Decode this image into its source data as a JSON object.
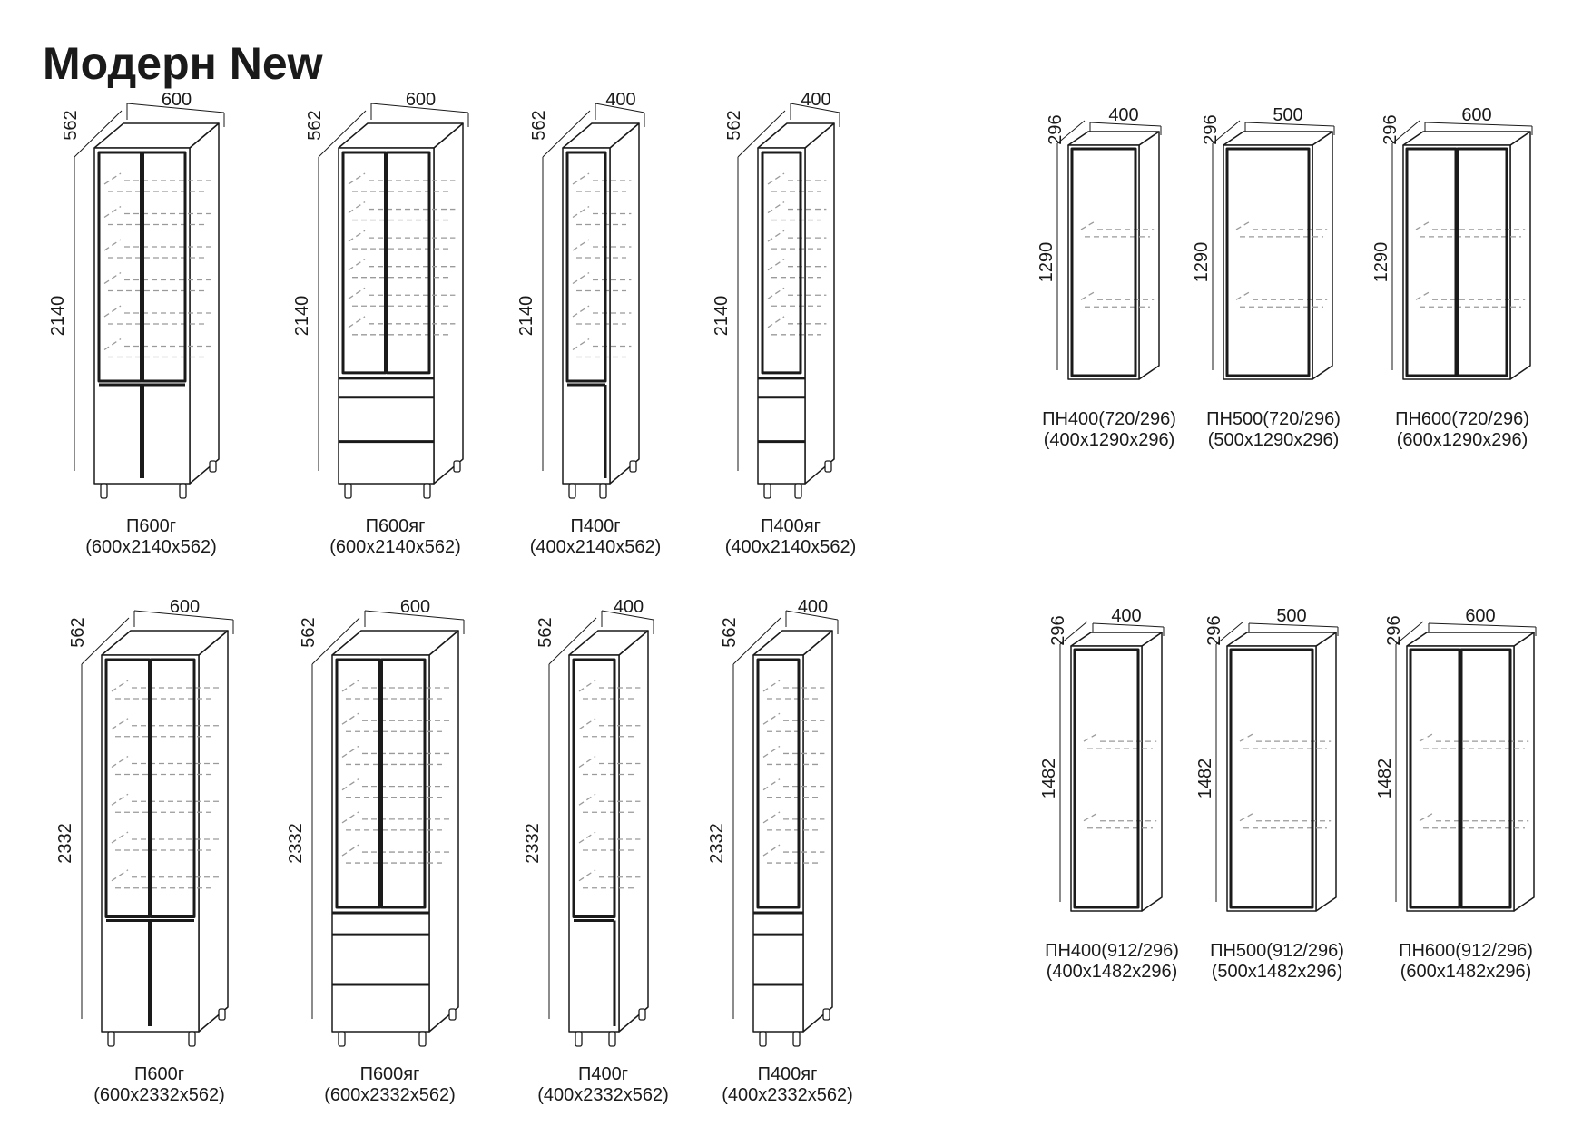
{
  "title": "Модерн New",
  "colors": {
    "line": "#1a1a1a",
    "glass": "#9a9a9a",
    "background": "#ffffff"
  },
  "rows": [
    {
      "items": [
        {
          "type": "tall",
          "style": "doors",
          "width": "600",
          "height": "2140",
          "depth": "562",
          "code": "П600г",
          "size": "(600x2140x562)"
        },
        {
          "type": "tall",
          "style": "drawers",
          "width": "600",
          "height": "2140",
          "depth": "562",
          "code": "П600яг",
          "size": "(600x2140x562)"
        },
        {
          "type": "tall",
          "style": "doors",
          "width": "400",
          "height": "2140",
          "depth": "562",
          "code": "П400г",
          "size": "(400x2140x562)"
        },
        {
          "type": "tall",
          "style": "drawers",
          "width": "400",
          "height": "2140",
          "depth": "562",
          "code": "П400яг",
          "size": "(400x2140x562)"
        }
      ]
    },
    {
      "items": [
        {
          "type": "tall",
          "style": "doors",
          "width": "600",
          "height": "2332",
          "depth": "562",
          "code": "П600г",
          "size": "(600x2332x562)"
        },
        {
          "type": "tall",
          "style": "drawers",
          "width": "600",
          "height": "2332",
          "depth": "562",
          "code": "П600яг",
          "size": "(600x2332x562)"
        },
        {
          "type": "tall",
          "style": "doors",
          "width": "400",
          "height": "2332",
          "depth": "562",
          "code": "П400г",
          "size": "(400x2332x562)"
        },
        {
          "type": "tall",
          "style": "drawers",
          "width": "400",
          "height": "2332",
          "depth": "562",
          "code": "П400яг",
          "size": "(400x2332x562)"
        }
      ]
    },
    {
      "items": [
        {
          "type": "wall",
          "width": "400",
          "height": "1290",
          "depth": "296",
          "code": "ПН400(720/296)",
          "size": "(400x1290x296)"
        },
        {
          "type": "wall",
          "width": "500",
          "height": "1290",
          "depth": "296",
          "code": "ПН500(720/296)",
          "size": "(500x1290x296)"
        },
        {
          "type": "wall",
          "width": "600",
          "height": "1290",
          "depth": "296",
          "code": "ПН600(720/296)",
          "size": "(600x1290x296)"
        }
      ]
    },
    {
      "items": [
        {
          "type": "wall",
          "width": "400",
          "height": "1482",
          "depth": "296",
          "code": "ПН400(912/296)",
          "size": "(400x1482x296)"
        },
        {
          "type": "wall",
          "width": "500",
          "height": "1482",
          "depth": "296",
          "code": "ПН500(912/296)",
          "size": "(500x1482x296)"
        },
        {
          "type": "wall",
          "width": "600",
          "height": "1482",
          "depth": "296",
          "code": "ПН600(912/296)",
          "size": "(600x1482x296)"
        }
      ]
    }
  ]
}
